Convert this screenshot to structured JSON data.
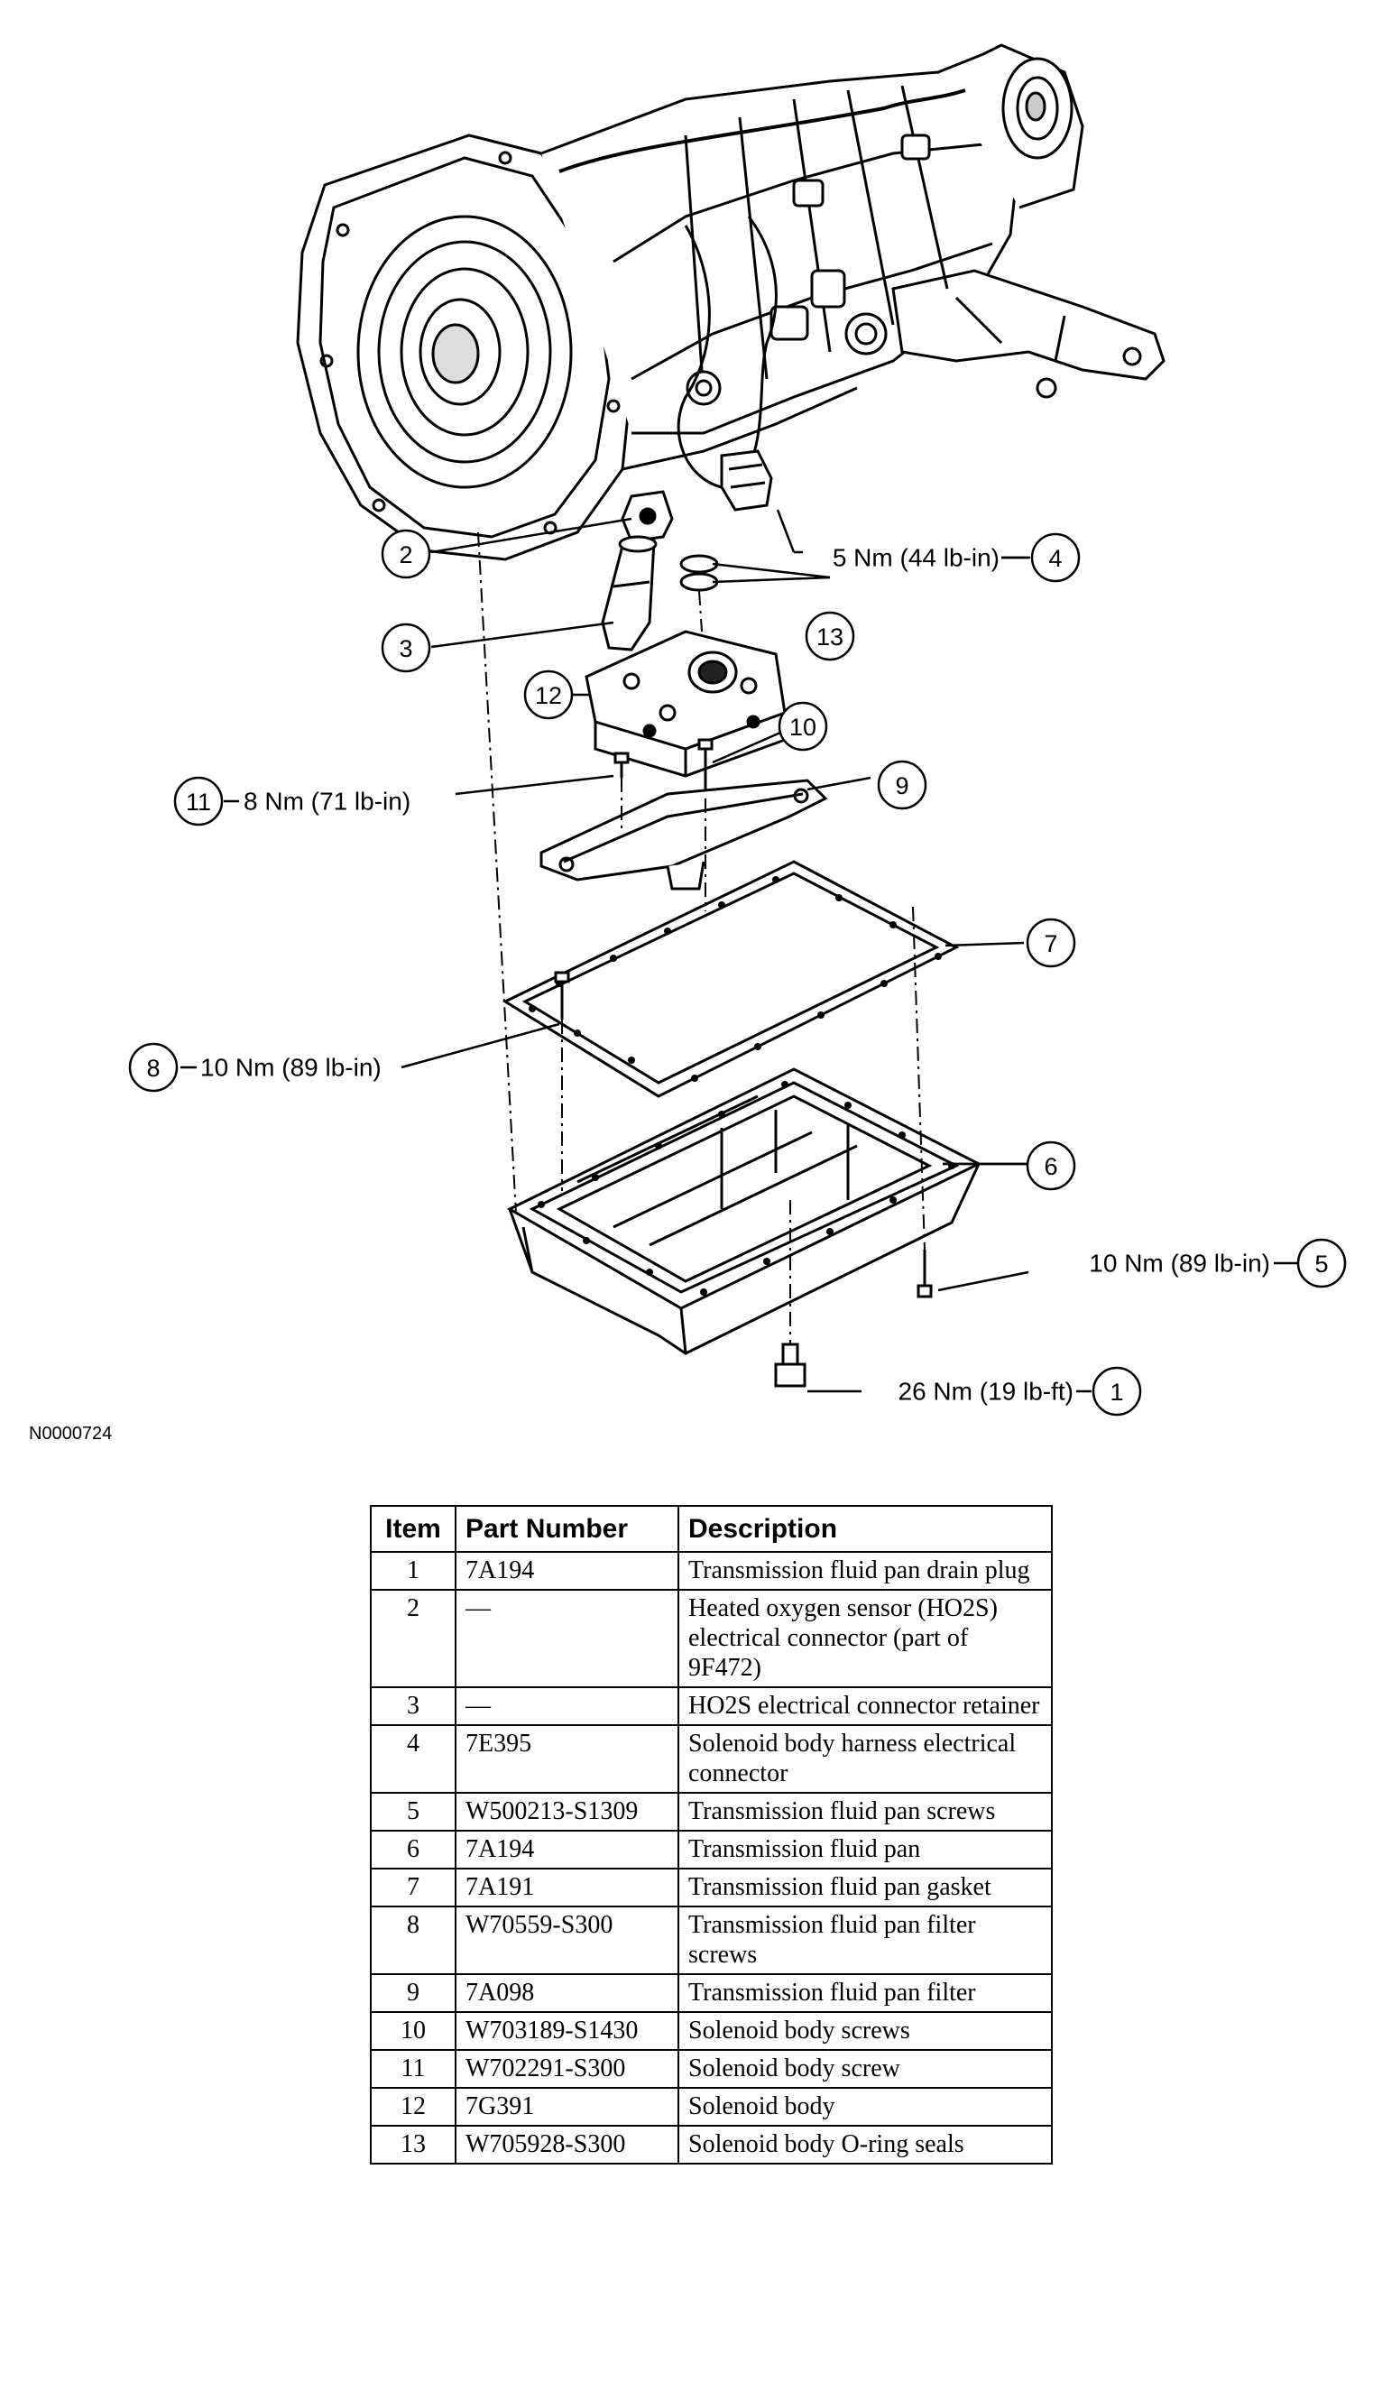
{
  "figure_id": "N0000724",
  "callouts": [
    {
      "num": "1",
      "torque": "26 Nm (19 lb-ft)"
    },
    {
      "num": "2",
      "torque": ""
    },
    {
      "num": "3",
      "torque": ""
    },
    {
      "num": "4",
      "torque": "5 Nm (44 lb-in)"
    },
    {
      "num": "5",
      "torque": "10 Nm (89 lb-in)"
    },
    {
      "num": "6",
      "torque": ""
    },
    {
      "num": "7",
      "torque": ""
    },
    {
      "num": "8",
      "torque": "10 Nm (89 lb-in)"
    },
    {
      "num": "9",
      "torque": ""
    },
    {
      "num": "10",
      "torque": ""
    },
    {
      "num": "11",
      "torque": "8 Nm (71 lb-in)"
    },
    {
      "num": "12",
      "torque": ""
    },
    {
      "num": "13",
      "torque": ""
    }
  ],
  "table": {
    "headers": [
      "Item",
      "Part Number",
      "Description"
    ],
    "rows": [
      {
        "item": "1",
        "part": "7A194",
        "desc": "Transmission fluid pan drain plug"
      },
      {
        "item": "2",
        "part": "—",
        "desc": "Heated oxygen sensor (HO2S) electrical connector (part of 9F472)"
      },
      {
        "item": "3",
        "part": "—",
        "desc": "HO2S electrical connector retainer"
      },
      {
        "item": "4",
        "part": "7E395",
        "desc": "Solenoid body harness electrical connector"
      },
      {
        "item": "5",
        "part": "W500213-S1309",
        "desc": "Transmission fluid pan screws"
      },
      {
        "item": "6",
        "part": "7A194",
        "desc": "Transmission fluid pan"
      },
      {
        "item": "7",
        "part": "7A191",
        "desc": "Transmission fluid pan gasket"
      },
      {
        "item": "8",
        "part": "W70559-S300",
        "desc": "Transmission fluid pan filter screws"
      },
      {
        "item": "9",
        "part": "7A098",
        "desc": "Transmission fluid pan filter"
      },
      {
        "item": "10",
        "part": "W703189-S1430",
        "desc": "Solenoid body screws"
      },
      {
        "item": "11",
        "part": "W702291-S300",
        "desc": "Solenoid body screw"
      },
      {
        "item": "12",
        "part": "7G391",
        "desc": "Solenoid body"
      },
      {
        "item": "13",
        "part": "W705928-S300",
        "desc": "Solenoid body O-ring seals"
      }
    ]
  }
}
